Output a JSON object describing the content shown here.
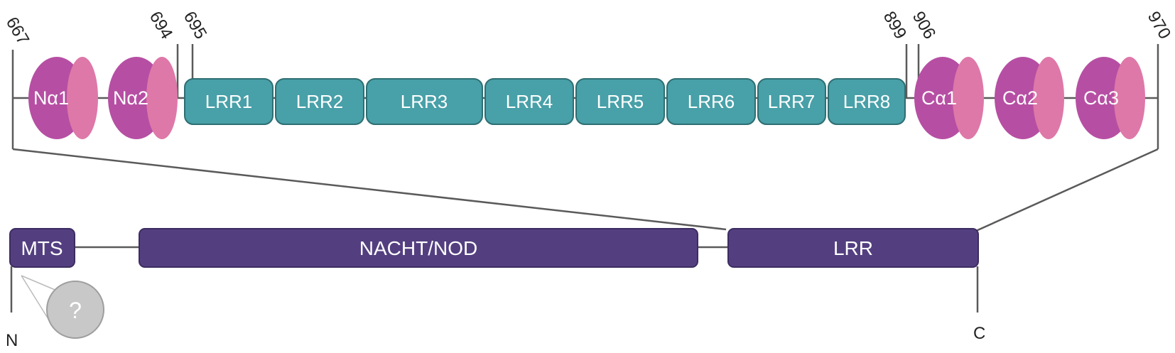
{
  "colors": {
    "helix_body": "#b64fa3",
    "helix_cap": "#de78a8",
    "lrr_fill": "#48a0a8",
    "lrr_stroke": "#2e6e72",
    "domain_fill": "#533f80",
    "domain_stroke": "#3c2d60",
    "line": "#5a5a5a",
    "question_fill": "#c8c8c8"
  },
  "residues": {
    "r667": "667",
    "r694": "694",
    "r695": "695",
    "r899": "899",
    "r906": "906",
    "r970": "970"
  },
  "helices": {
    "n1": "Nα1",
    "n2": "Nα2",
    "c1": "Cα1",
    "c2": "Cα2",
    "c3": "Cα3"
  },
  "lrr_repeats": [
    "LRR1",
    "LRR2",
    "LRR3",
    "LRR4",
    "LRR5",
    "LRR6",
    "LRR7",
    "LRR8"
  ],
  "domains": {
    "mts": "MTS",
    "nacht": "NACHT/NOD",
    "lrr": "LRR"
  },
  "termini": {
    "n": "N",
    "c": "C"
  },
  "unknown": {
    "symbol": "?"
  }
}
